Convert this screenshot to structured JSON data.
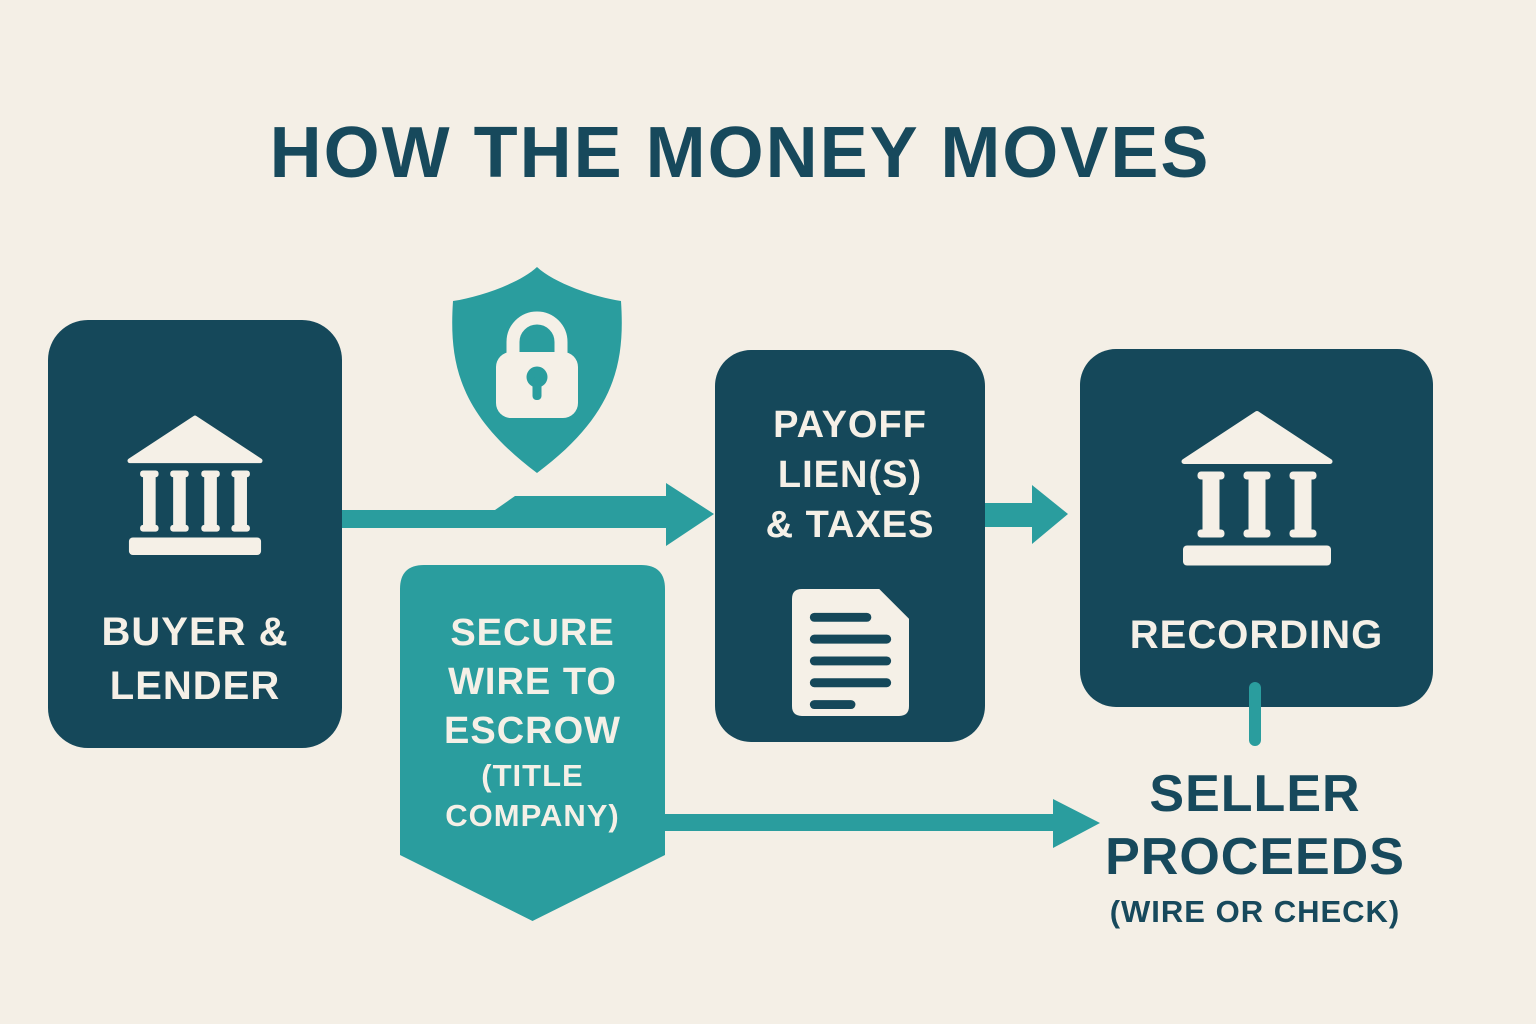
{
  "title": "HOW THE MONEY MOVES",
  "colors": {
    "background": "#F4EFE6",
    "node_fill": "#15485A",
    "accent_teal": "#2A9D9E",
    "light_text": "#F5F0E7",
    "dark_text": "#17495C"
  },
  "nodes": {
    "buyer_lender": {
      "lines": [
        "BUYER &",
        "LENDER"
      ],
      "icon": "bank-icon"
    },
    "payoff": {
      "lines": [
        "PAYOFF",
        "LIEN(S)",
        "& TAXES"
      ],
      "icon": "document-icon"
    },
    "recording": {
      "label": "RECORDING",
      "icon": "bank-icon"
    },
    "secure_wire_escrow": {
      "main_lines": [
        "SECURE",
        "WIRE TO",
        "ESCROW"
      ],
      "sub_lines": [
        "(TITLE",
        "COMPANY)"
      ]
    },
    "seller_proceeds": {
      "main_lines": [
        "SELLER",
        "PROCEEDS"
      ],
      "sub_line": "(WIRE OR CHECK)"
    }
  },
  "icons": {
    "shield_lock": "shield-lock-icon",
    "bank": "bank-icon",
    "document": "document-icon",
    "arrows": "right-arrow"
  }
}
